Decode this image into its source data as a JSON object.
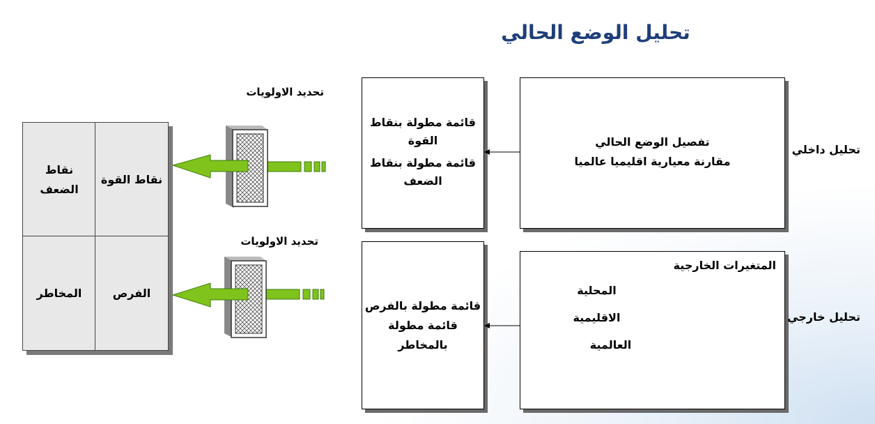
{
  "title": "تحليل الوضع الحالي",
  "internal": {
    "side_label": "تحليل داخلي",
    "detail_line1": "تفصيل الوضع الحالي",
    "detail_line2": "مقارنة معيارية اقليميا عالميا",
    "list_line1": "قائمة مطولة بنقاط",
    "list_line2": "القوة",
    "list_line3": "قائمة مطولة بنقاط",
    "list_line4": "الضعف",
    "priority_label": "تحديد الاولويات"
  },
  "external": {
    "side_label": "تحليل خارجي",
    "variables_heading": "المتغيرات  الخارجية",
    "var_local": "المحلية",
    "var_regional": "الاقليمية",
    "var_global": "العالمية",
    "list_line1": "قائمة مطولة بالفرص",
    "list_line2": "قائمة مطولة",
    "list_line3": "بالمخاطر",
    "priority_label": "تحديد الاولويات"
  },
  "matrix": {
    "strengths": "نقاط القوة",
    "weaknesses_line1": "نقاط",
    "weaknesses_line2": "الضعف",
    "opportunities": "الفرص",
    "threats": "المخاطر"
  },
  "colors": {
    "title": "#1f3e7a",
    "arrow_green": "#7fc31c",
    "arrow_dark": "#3f7a10",
    "matrix_bg": "#e8e8e8"
  }
}
